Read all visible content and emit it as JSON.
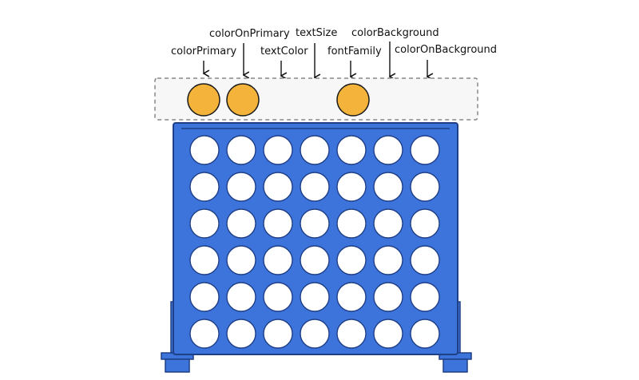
{
  "labels": [
    {
      "id": "colorPrimary",
      "text": "colorPrimary"
    },
    {
      "id": "colorOnPrimary",
      "text": "colorOnPrimary"
    },
    {
      "id": "textColor",
      "text": "textColor"
    },
    {
      "id": "textSize",
      "text": "textSize"
    },
    {
      "id": "fontFamily",
      "text": "fontFamily"
    },
    {
      "id": "colorBackground",
      "text": "colorBackground"
    },
    {
      "id": "colorOnBackground",
      "text": "colorOnBackground"
    }
  ],
  "board": {
    "rows": 6,
    "columns": 7
  },
  "colors": {
    "board": "#3d74dc",
    "board_outline": "#1f3f86",
    "hole": "#ffffff",
    "token": "#f4b43b",
    "token_outline": "#1a1a1a",
    "tray_outline": "#888888"
  },
  "icons": {
    "token": "game-token-circle",
    "arrow": "down-arrow"
  }
}
